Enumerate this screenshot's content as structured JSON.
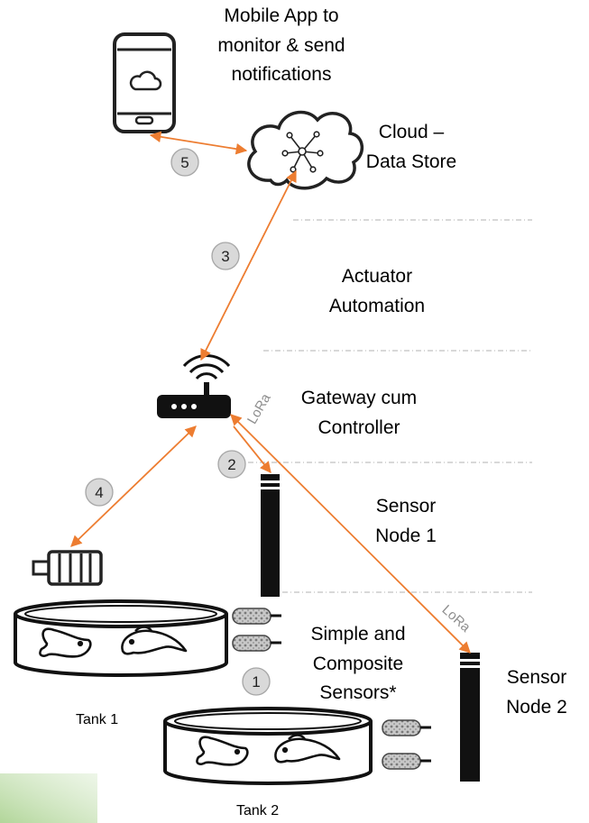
{
  "labels": {
    "mobile_app": "Mobile App to monitor & send notifications",
    "cloud": "Cloud – Data Store",
    "actuator": "Actuator Automation",
    "gateway": "Gateway cum Controller",
    "sensor_node_1": "Sensor Node 1",
    "sensors": "Simple and Composite Sensors*",
    "sensor_node_2": "Sensor Node 2",
    "tank1": "Tank 1",
    "tank2": "Tank 2",
    "lora_1": "LoRa",
    "lora_2": "LoRa"
  },
  "steps": [
    "1",
    "2",
    "3",
    "4",
    "5"
  ],
  "colors": {
    "arrow": "#ed7d31",
    "badge_fill": "#d9d9d9",
    "badge_stroke": "#a6a6a6",
    "dash": "#b0b0b0",
    "corner_gradient": "#a9d18e"
  },
  "icons": [
    "smartphone-cloud-icon",
    "cloud-network-icon",
    "wifi-router-icon",
    "motor-icon",
    "fish-icon"
  ]
}
